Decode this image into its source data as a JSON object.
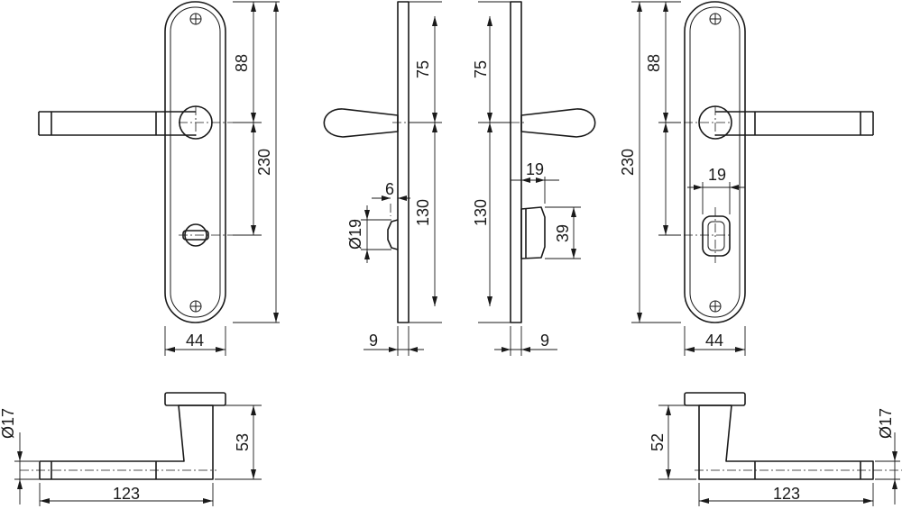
{
  "labels": {
    "front_left": {
      "plate_width": "44",
      "upper_distance": "88",
      "overall_height": "230"
    },
    "side_left": {
      "upper_distance": "75",
      "lower_distance": "130",
      "slot_width": "6",
      "rose_diameter": "Ø19",
      "plate_thickness": "9"
    },
    "side_right": {
      "upper_distance": "75",
      "lower_distance": "130",
      "turn_width": "19",
      "turn_height": "39",
      "plate_thickness": "9"
    },
    "front_right": {
      "plate_width": "44",
      "upper_distance": "88",
      "overall_height": "230",
      "turn_width": "19"
    },
    "top_left": {
      "diameter": "Ø17",
      "projection": "53",
      "lever_length": "123"
    },
    "top_right": {
      "diameter": "Ø17",
      "projection": "52",
      "lever_length": "123"
    }
  }
}
